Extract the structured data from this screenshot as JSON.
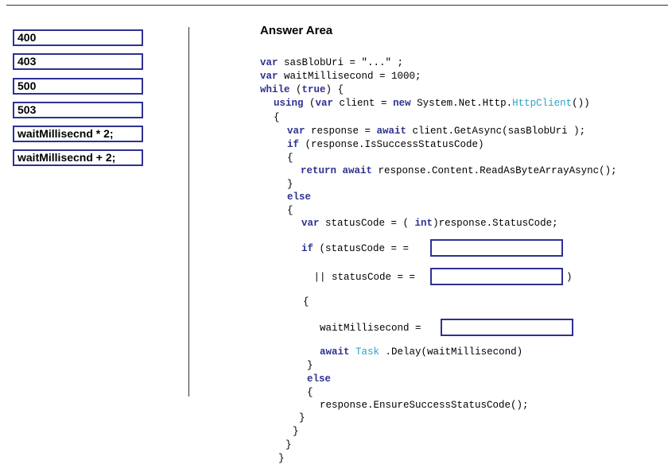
{
  "answer_area": {
    "title": "Answer Area"
  },
  "choices": [
    "400",
    "403",
    "500",
    "503",
    "waitMillisecnd * 2;",
    "waitMillisecnd + 2;"
  ],
  "code": {
    "l1_var": "var",
    "l1_rest": " sasBlobUri = \"...\" ;",
    "l2_var": "var",
    "l2_rest": " waitMillisecond = 1000;",
    "l3_while": "while",
    "l3_a": " (",
    "l3_true": "true",
    "l3_b": ") {",
    "l4_using": "using",
    "l4_a": " (",
    "l4_var": "var",
    "l4_b": " client = ",
    "l4_new": "new",
    "l4_c": " System.Net.Http.",
    "l4_type": "HttpClient",
    "l4_d": "())",
    "l5": "{",
    "l6_var": "var",
    "l6_a": " response = ",
    "l6_await": "await",
    "l6_b": " client.GetAsync(sasBlobUri );",
    "l7_if": "if",
    "l7_rest": " (response.IsSuccessStatusCode)",
    "l8": "{",
    "l9_return": "return",
    "l9_await": "await",
    "l9_rest": " response.Content.ReadAsByteArrayAsync();",
    "l10": "}",
    "l11_else": "else",
    "l12": "{",
    "l13_var": "var",
    "l13_a": " statusCode = ( ",
    "l13_int": "int",
    "l13_b": ")response.StatusCode;",
    "l14_if": "if",
    "l14_rest": " (statusCode = =",
    "l15_rest": " || statusCode = =",
    "l15_close": ")",
    "l16": "{",
    "l17_rest": "waitMillisecond =",
    "l18_await": "await",
    "l18_type": "Task",
    "l18_rest": " .Delay(waitMillisecond)",
    "l19": "}",
    "l20_else": "else",
    "l21": "{",
    "l22_rest": "response.EnsureSuccessStatusCode();",
    "l23": "}",
    "l24": "}",
    "l25": "}",
    "l26": "}"
  }
}
